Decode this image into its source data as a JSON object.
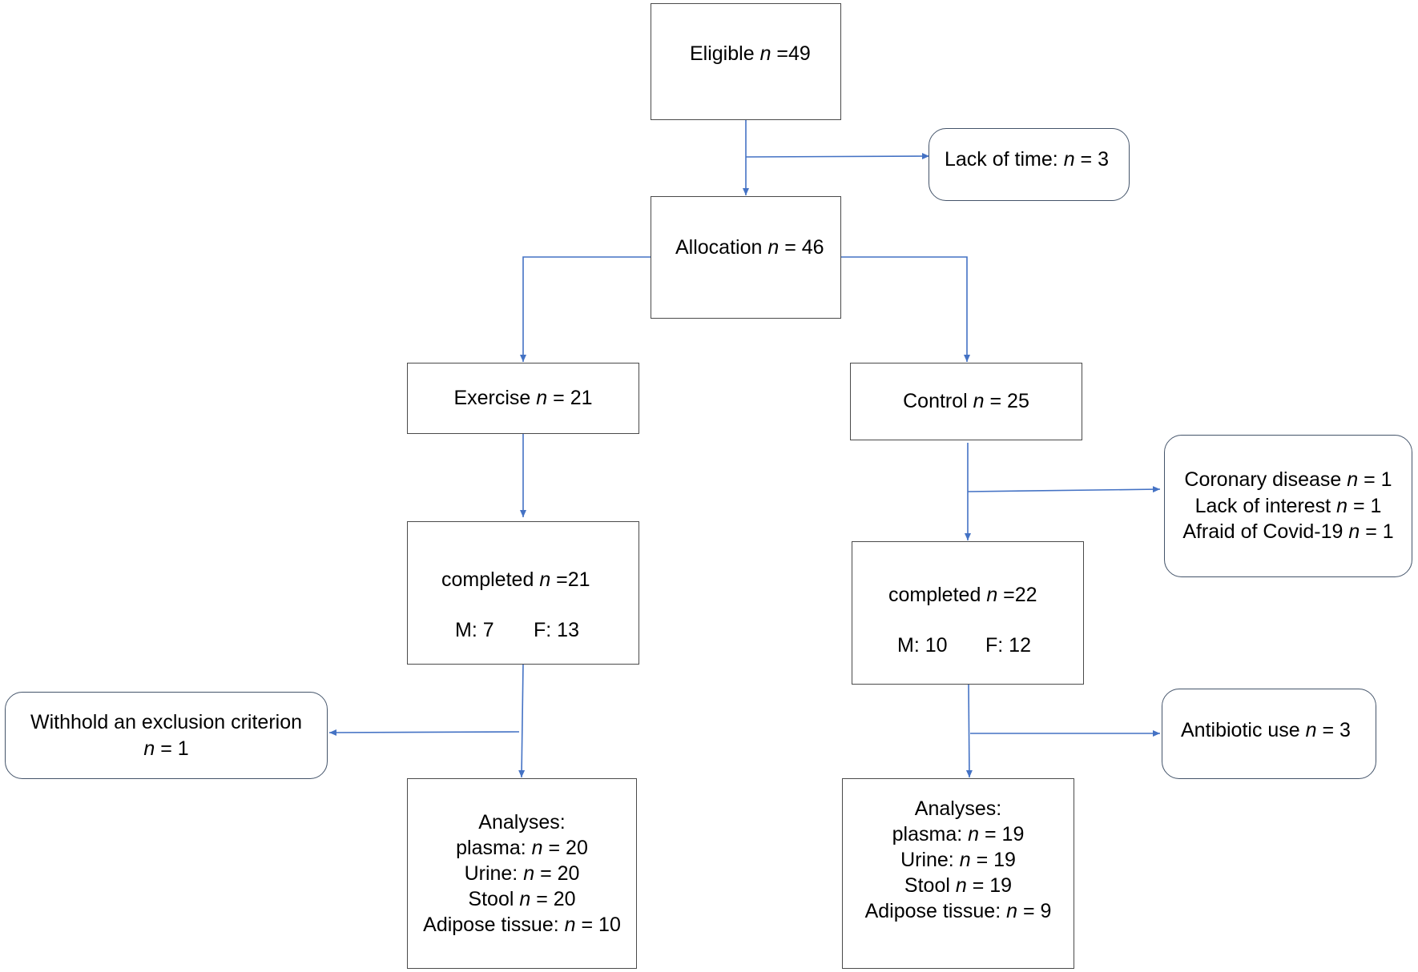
{
  "colors": {
    "connector": "#4472c4",
    "border": "#4a4a4a"
  },
  "eligible": {
    "label": "Eligible",
    "n_sym": "n",
    "value": "=49"
  },
  "lack_time": {
    "label": "Lack of time:",
    "n_sym": "n",
    "value": "= 3"
  },
  "allocation": {
    "label": "Allocation",
    "n_sym": "n",
    "value": "= 46"
  },
  "exercise": {
    "label": "Exercise",
    "n_sym": "n",
    "value": "= 21"
  },
  "control": {
    "label": "Control",
    "n_sym": "n",
    "value": "= 25"
  },
  "control_dropouts": [
    {
      "label": "Coronary disease",
      "n_sym": "n",
      "value": "= 1"
    },
    {
      "label": "Lack of interest",
      "n_sym": "n",
      "value": "= 1"
    },
    {
      "label": "Afraid of Covid-19",
      "n_sym": "n",
      "value": "= 1"
    }
  ],
  "ex_completed": {
    "label": "completed",
    "n_sym": "n",
    "value": "=21",
    "m": "M: 7",
    "f": "F: 13"
  },
  "ctrl_completed": {
    "label": "completed",
    "n_sym": "n",
    "value": "=22",
    "m": "M: 10",
    "f": "F: 12"
  },
  "withhold": {
    "label": "Withhold an exclusion criterion",
    "n_sym": "n",
    "value": "= 1"
  },
  "antibiotic": {
    "label": "Antibiotic use",
    "n_sym": "n",
    "value": "= 3"
  },
  "ex_analyses": {
    "title": "Analyses:",
    "rows": [
      {
        "label": "plasma:",
        "n_sym": "n",
        "value": "= 20"
      },
      {
        "label": "Urine:",
        "n_sym": "n",
        "value": "= 20"
      },
      {
        "label": "Stool",
        "n_sym": "n",
        "value": "= 20"
      },
      {
        "label": "Adipose tissue:",
        "n_sym": "n",
        "value": "= 10"
      }
    ]
  },
  "ctrl_analyses": {
    "title": "Analyses:",
    "rows": [
      {
        "label": "plasma:",
        "n_sym": "n",
        "value": "= 19"
      },
      {
        "label": "Urine:",
        "n_sym": "n",
        "value": "= 19"
      },
      {
        "label": "Stool",
        "n_sym": "n",
        "value": "= 19"
      },
      {
        "label": "Adipose tissue:",
        "n_sym": "n",
        "value": "= 9"
      }
    ]
  }
}
